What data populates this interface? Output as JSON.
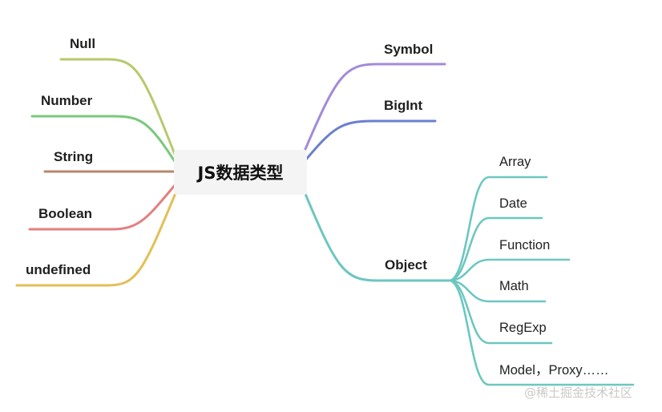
{
  "root": {
    "label": "JS数据类型"
  },
  "left_branches": [
    {
      "label": "Null",
      "color": "#b7c96e"
    },
    {
      "label": "Number",
      "color": "#79c97c"
    },
    {
      "label": "String",
      "color": "#b8866a"
    },
    {
      "label": "Boolean",
      "color": "#e2807f"
    },
    {
      "label": "undefined",
      "color": "#e3bf55"
    }
  ],
  "right_branches": [
    {
      "label": "Symbol",
      "color": "#a48ad8"
    },
    {
      "label": "BigInt",
      "color": "#6c7fcf"
    },
    {
      "label": "Object",
      "color": "#6cc7c0"
    }
  ],
  "object_children": [
    {
      "label": "Array"
    },
    {
      "label": "Date"
    },
    {
      "label": "Function"
    },
    {
      "label": "Math"
    },
    {
      "label": "RegExp"
    },
    {
      "label": "Model，Proxy……"
    }
  ],
  "watermark": "@稀土掘金技术社区"
}
